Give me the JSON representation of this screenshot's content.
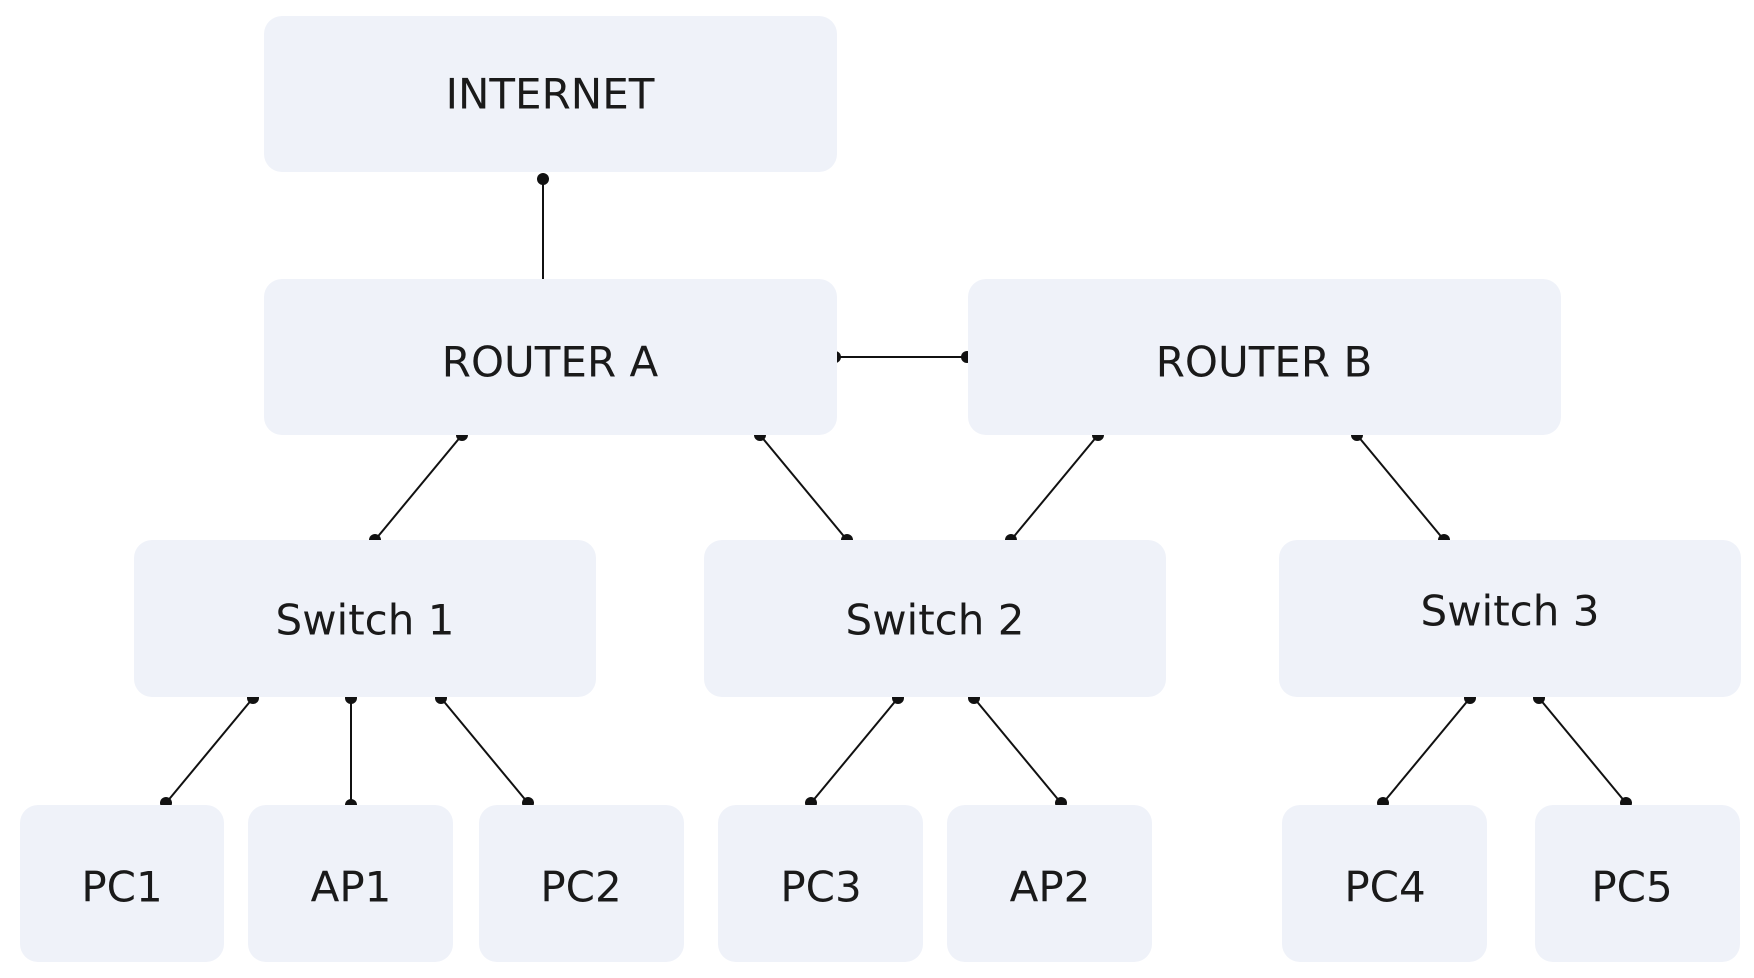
{
  "diagram": {
    "nodes": {
      "internet": "INTERNET",
      "router_a": "ROUTER A",
      "router_b": "ROUTER B",
      "switch_1": "Switch 1",
      "switch_2": "Switch 2",
      "switch_3": "Switch 3",
      "pc1": "PC1",
      "ap1": "AP1",
      "pc2": "PC2",
      "pc3": "PC3",
      "ap2": "AP2",
      "pc4": "PC4",
      "pc5": "PC5"
    },
    "connections": [
      [
        "internet",
        "router_a"
      ],
      [
        "router_a",
        "router_b"
      ],
      [
        "router_a",
        "switch_1"
      ],
      [
        "router_a",
        "switch_2"
      ],
      [
        "router_b",
        "switch_2"
      ],
      [
        "router_b",
        "switch_3"
      ],
      [
        "switch_1",
        "pc1"
      ],
      [
        "switch_1",
        "ap1"
      ],
      [
        "switch_1",
        "pc2"
      ],
      [
        "switch_2",
        "pc3"
      ],
      [
        "switch_2",
        "ap2"
      ],
      [
        "switch_3",
        "pc4"
      ],
      [
        "switch_3",
        "pc5"
      ]
    ]
  }
}
